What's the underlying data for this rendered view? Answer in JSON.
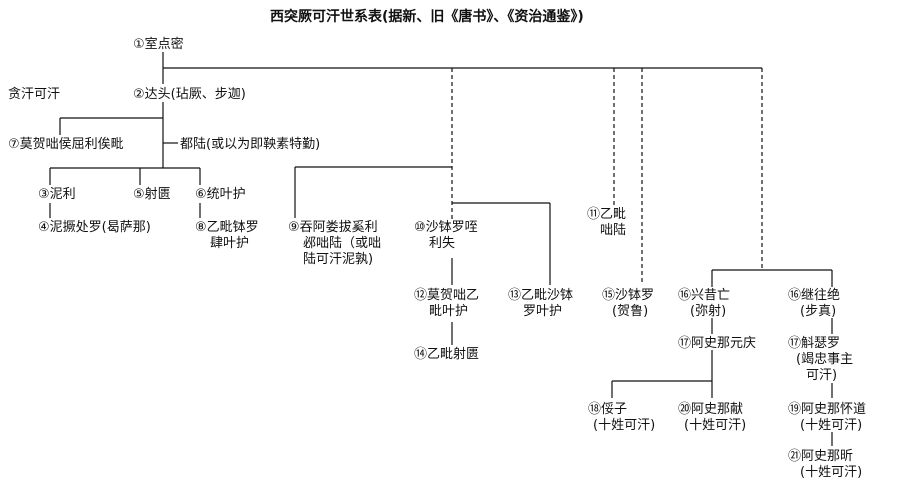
{
  "title": "西突厥可汗世系表(据新、旧《唐书》、《资治通鉴》)",
  "nodes": {
    "n1": "①室点密",
    "tanhan": "贪汗可汗",
    "n2": "②达头(玷厥、步迦)",
    "n7": "⑦莫贺咄侯屈利俟毗",
    "dulu": "都陆(或以为即鞅素特勤)",
    "n3": "③泥利",
    "n5": "⑤射匮",
    "n6": "⑥统叶护",
    "n4": "④泥撅处罗(曷萨那)",
    "n8a": "⑧乙毗钵罗",
    "n8b": "肆叶护",
    "n9a": "⑨吞阿娄拔奚利",
    "n9b": "邲咄陆（或咄",
    "n9c": "陆可汗泥孰)",
    "n10a": "⑩沙钵罗咥",
    "n10b": "利失",
    "n11a": "⑪乙毗",
    "n11b": "咄陆",
    "n12a": "⑫莫贺咄乙",
    "n12b": "毗叶护",
    "n13a": "⑬乙毗沙钵",
    "n13b": "罗叶护",
    "n14": "⑭乙毗射匮",
    "n15a": "⑮沙钵罗",
    "n15b": "(贺鲁)",
    "n16xa": "⑯兴昔亡",
    "n16xb": "(弥射)",
    "n16ja": "⑯继往绝",
    "n16jb": "(步真)",
    "n17y": "⑰阿史那元庆",
    "n17ha": "⑰斛瑟罗",
    "n17hb": "(竭忠事主",
    "n17hc": "可汗)",
    "n18a": "⑱俀子",
    "n18b": "(十姓可汗)",
    "n20a": "⑳阿史那献",
    "n20b": "(十姓可汗)",
    "n19a": "⑲阿史那怀道",
    "n19b": "(十姓可汗)",
    "n21a": "㉑阿史那昕",
    "n21b": "(十姓可汗)"
  }
}
